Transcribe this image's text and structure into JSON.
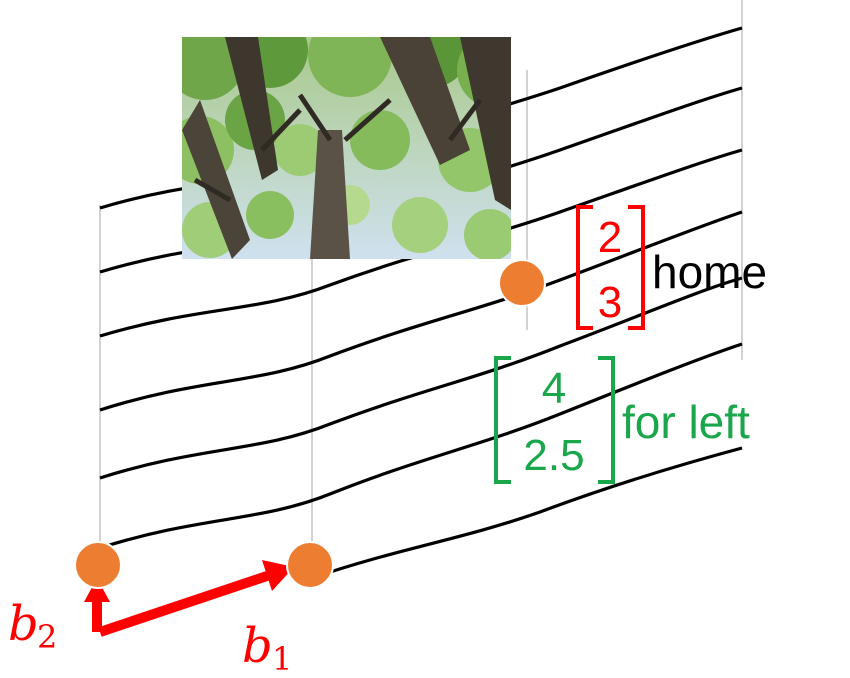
{
  "colors": {
    "accent_red": "#ff0000",
    "accent_green": "#1aa64a",
    "point_fill": "#ed7d31",
    "point_stroke": "#ffffff",
    "grid_line": "#000000",
    "grid_vertical": "#c8c8c8"
  },
  "image": {
    "icon": "forest-canopy-photo"
  },
  "home": {
    "vector": [
      "2",
      "3"
    ],
    "label": "home"
  },
  "forest": {
    "vector": [
      "4",
      "2.5"
    ],
    "label": "for left"
  },
  "basis": {
    "b1": {
      "symbol": "b",
      "subscript": "1"
    },
    "b2": {
      "symbol": "b",
      "subscript": "2"
    }
  }
}
